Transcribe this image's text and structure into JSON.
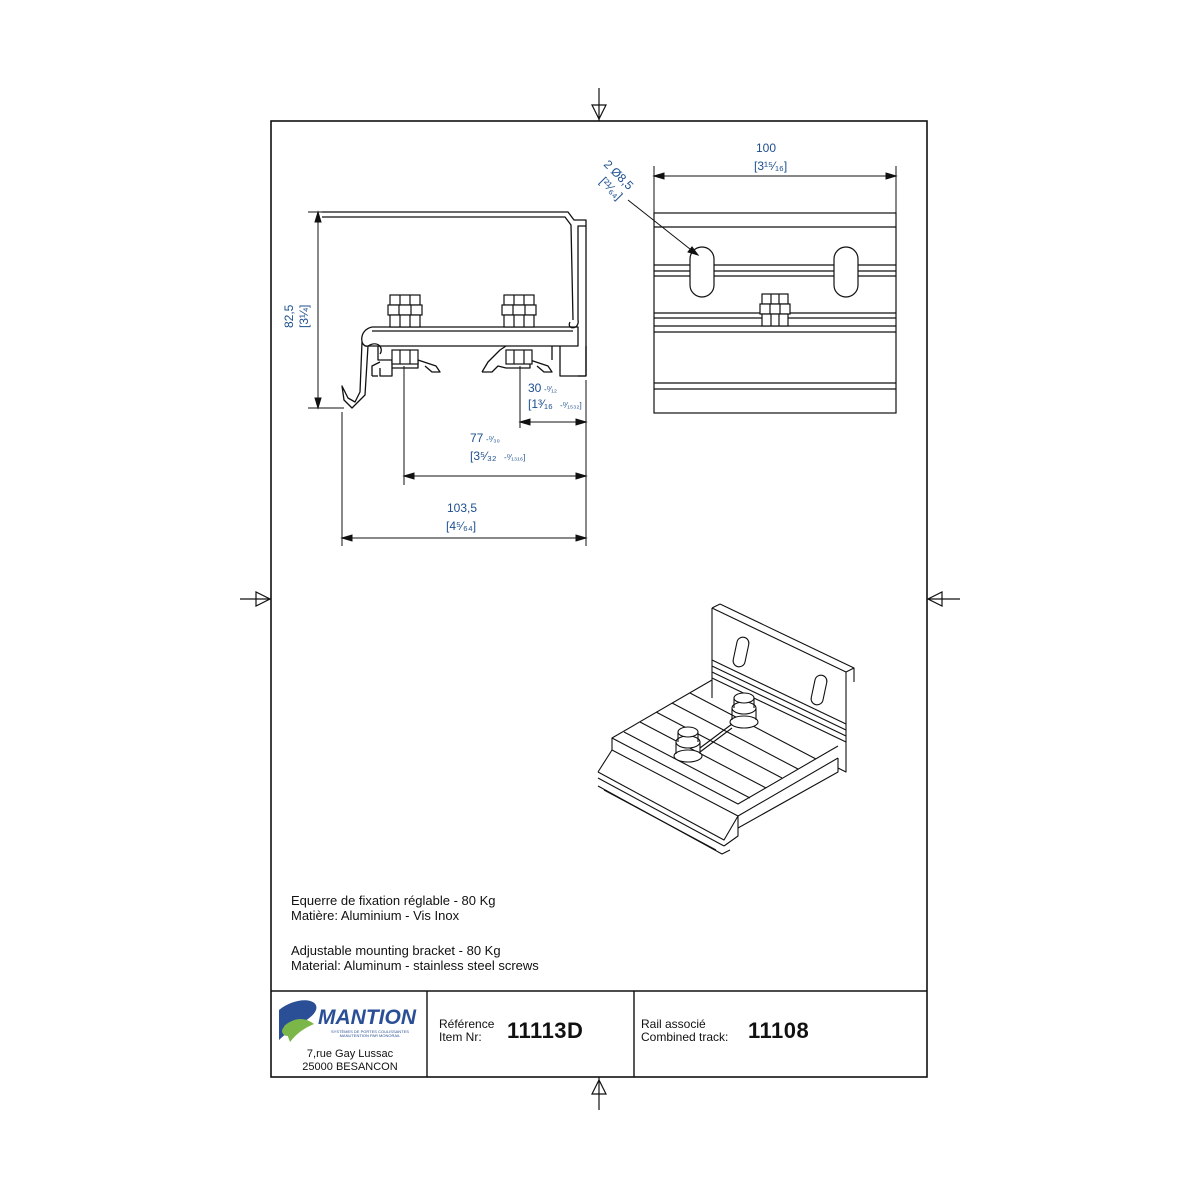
{
  "dimensions": {
    "height": "82,5",
    "height_in": "[3¼]",
    "width_total": "103,5",
    "width_total_in": "[4⁵⁄₆₄]",
    "width_mid": "77",
    "width_mid_tol": "-⁰⁄₃₀",
    "width_mid_in": "[3⁵⁄₃₂",
    "width_mid_in_tol": "-⁰⁄₁₃₁₆]",
    "offset": "30",
    "offset_tol": "-⁰⁄₁₂",
    "offset_in": "[1³⁄₁₆",
    "offset_in_tol": "-⁰⁄₁₅₃₂]",
    "plate_width": "100",
    "plate_width_in": "[3¹⁵⁄₁₆]",
    "holes": "2 Ø8,5",
    "holes_in": "[²¹⁄₆₄]"
  },
  "description": {
    "fr_line1": "Equerre de fixation réglable - 80 Kg",
    "fr_line2": "Matière: Aluminium - Vis Inox",
    "en_line1": "Adjustable mounting bracket - 80 Kg",
    "en_line2": "Material: Aluminum - stainless steel screws"
  },
  "title_block": {
    "brand": "MANTION",
    "brand_tagline": "SYSTÈMES DE PORTES COULISSANTES MANUTENTION PAR MONORAIL",
    "address_line1": "7,rue Gay Lussac",
    "address_line2": "25000 BESANCON",
    "ref_label_fr": "Référence",
    "ref_label_en": "Item Nr:",
    "ref_value": "11113D",
    "rail_label_fr": "Rail associé",
    "rail_label_en": "Combined track:",
    "rail_value": "11108"
  },
  "colors": {
    "dimension": "#1d4f8f",
    "brand_blue": "#2a4f96",
    "brand_green": "#7ab648",
    "line": "#111111"
  }
}
